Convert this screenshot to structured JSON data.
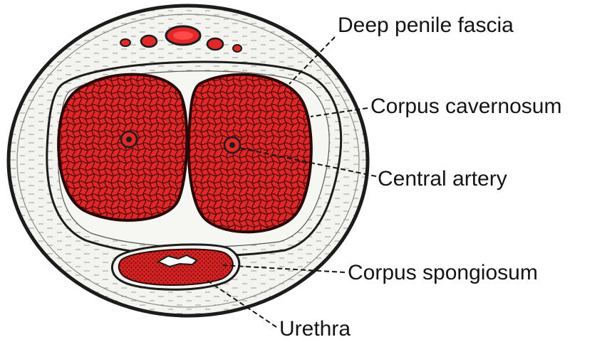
{
  "labels": {
    "deep_fascia": "Deep penile fascia",
    "corpus_cavernosum": "Corpus cavernosum",
    "central_artery": "Central artery",
    "corpus_spongiosum": "Corpus spongiosum",
    "urethra": "Urethra"
  },
  "colors": {
    "erectile_tissue": "#e02828",
    "tissue_border": "#5a0c0c",
    "fascia": "#f3f3ef",
    "outline": "#1c1c1c",
    "background": "#ffffff"
  }
}
